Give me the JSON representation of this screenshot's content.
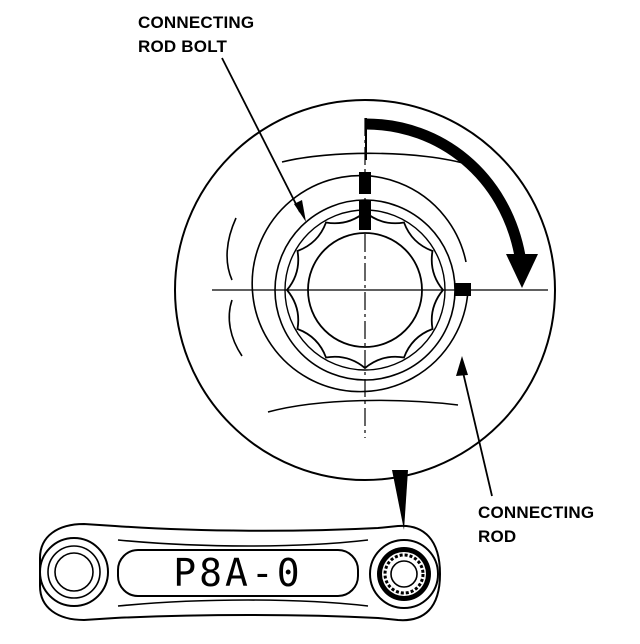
{
  "labels": {
    "bolt_line1": "CONNECTING",
    "bolt_line2": "ROD BOLT",
    "rod_line1": "CONNECTING",
    "rod_line2": "ROD",
    "stamp": "P8A-0"
  },
  "colors": {
    "ink": "#000000",
    "paper": "#ffffff"
  }
}
